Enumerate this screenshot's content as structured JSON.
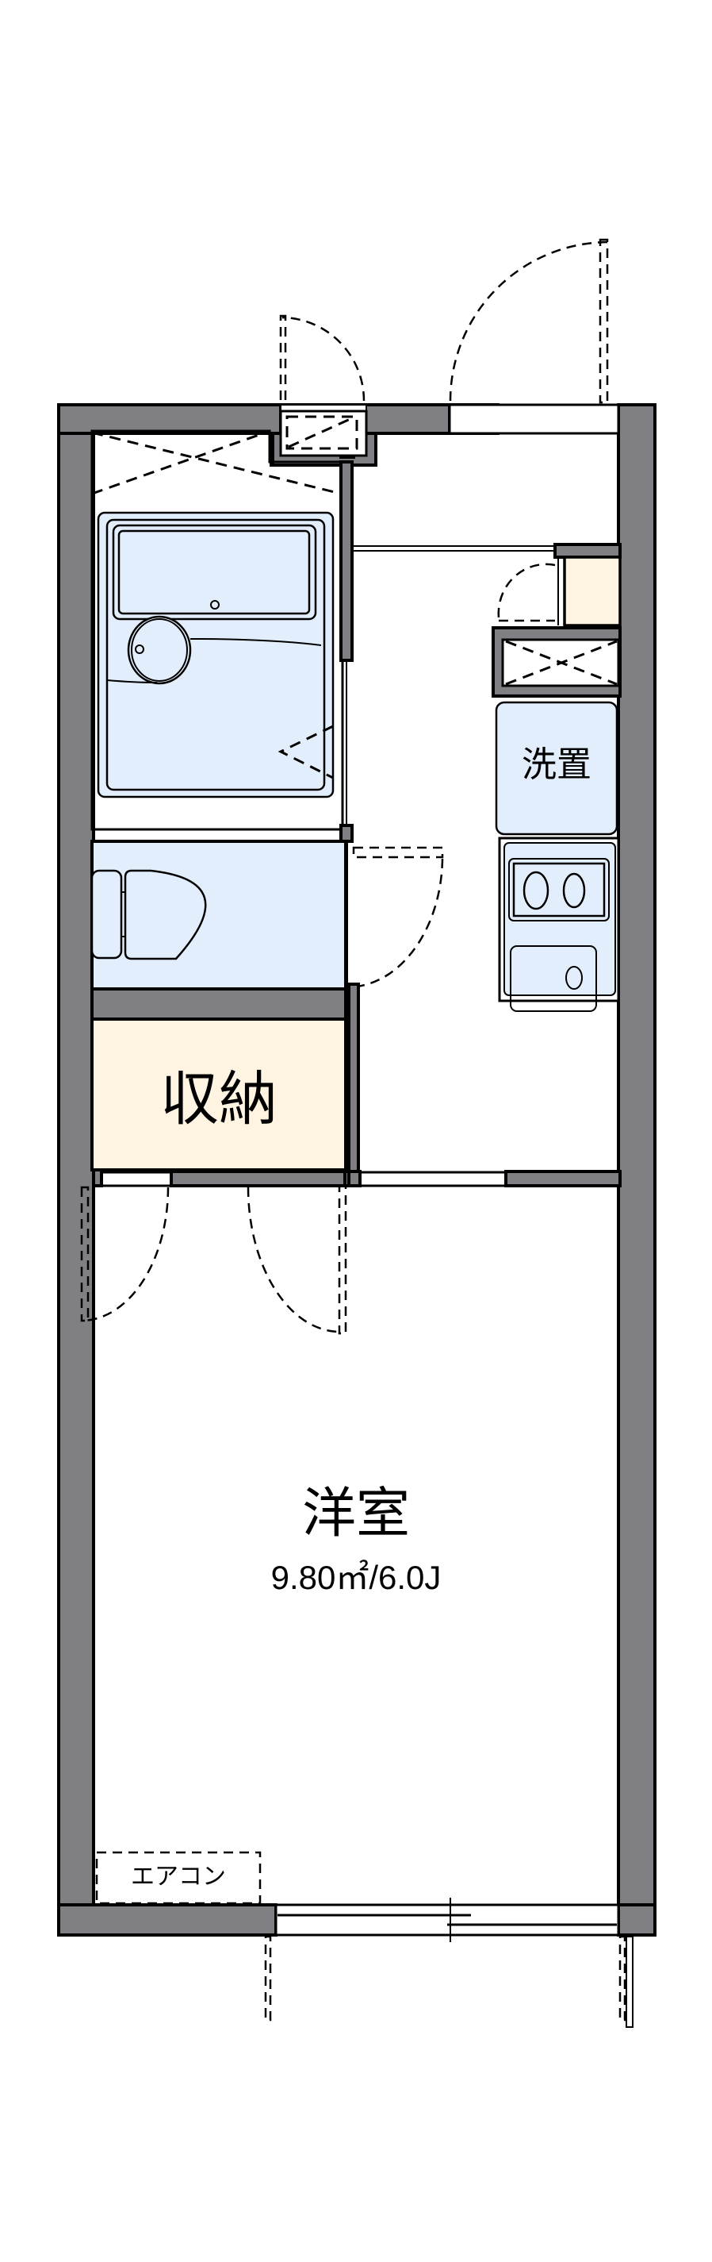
{
  "floorplan": {
    "rooms": {
      "western_room": {
        "label": "洋室",
        "area": "9.80㎡/6.0J"
      },
      "storage": {
        "label": "収納"
      },
      "washer_space": {
        "label": "洗置"
      },
      "air_conditioner": {
        "label": "エアコン"
      }
    },
    "colors": {
      "wall": "#808084",
      "wet_area": "#e3eefc",
      "storage": "#fff4e1",
      "line": "#000000",
      "background": "#ffffff"
    }
  }
}
